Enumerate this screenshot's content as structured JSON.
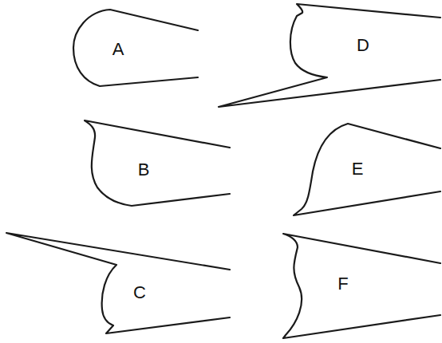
{
  "diagram": {
    "nodes": [
      {
        "text": [
          "A"
        ]
      },
      {
        "text": [
          "D"
        ]
      },
      {
        "text": [
          "B"
        ]
      },
      {
        "text": [
          "E"
        ]
      },
      {
        "text": [
          "C"
        ]
      },
      {
        "text": [
          "F"
        ]
      }
    ]
  }
}
